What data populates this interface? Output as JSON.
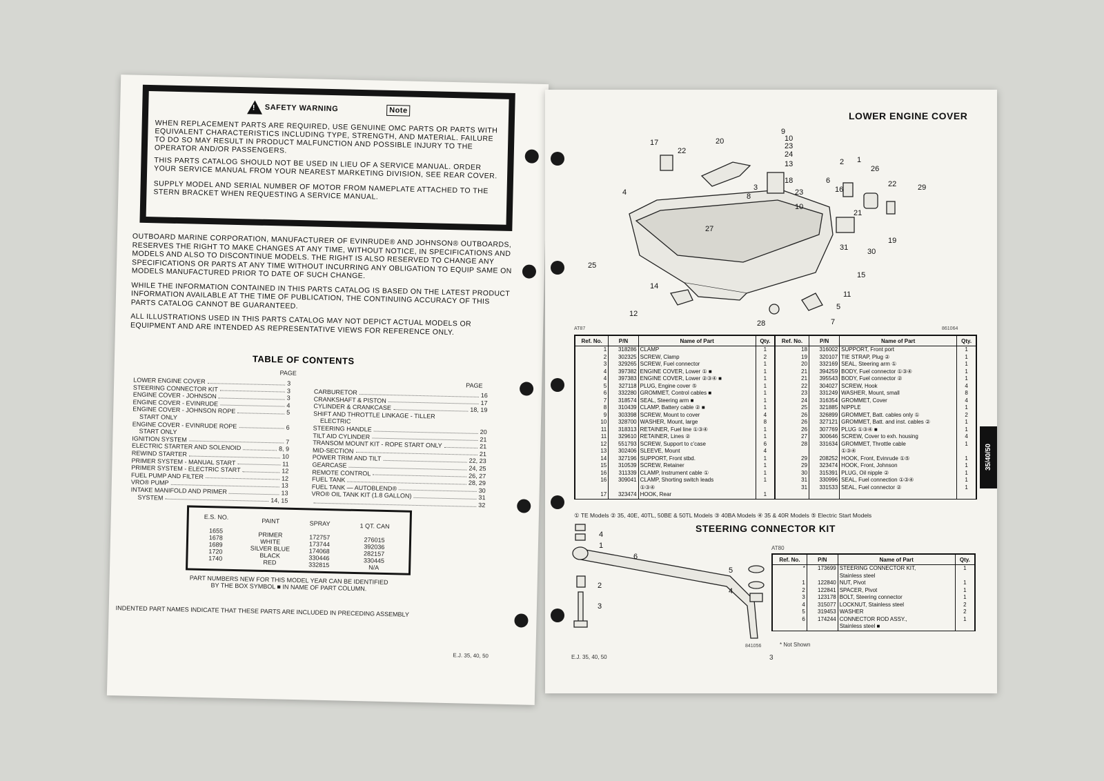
{
  "left_page": {
    "warning": {
      "title": "SAFETY WARNING",
      "note_label": "Note",
      "paragraphs": [
        "WHEN REPLACEMENT PARTS ARE REQUIRED, USE GENUINE OMC PARTS OR PARTS WITH EQUIVALENT CHARACTERISTICS INCLUDING TYPE, STRENGTH, AND MATERIAL. FAILURE TO DO SO MAY RESULT IN PRODUCT MALFUNCTION AND POSSIBLE INJURY TO THE OPERATOR AND/OR PASSENGERS.",
        "THIS PARTS CATALOG SHOULD NOT BE USED IN LIEU OF A SERVICE MANUAL. ORDER YOUR SERVICE MANUAL FROM YOUR NEAREST MARKETING DIVISION, SEE REAR COVER.",
        "SUPPLY MODEL AND SERIAL NUMBER OF MOTOR FROM NAMEPLATE ATTACHED TO THE STERN BRACKET WHEN REQUESTING A SERVICE MANUAL."
      ]
    },
    "paragraphs": [
      "OUTBOARD MARINE CORPORATION, MANUFACTURER OF EVINRUDE® AND JOHNSON® OUTBOARDS, RESERVES THE RIGHT TO MAKE CHANGES AT ANY TIME, WITHOUT NOTICE, IN SPECIFICATIONS AND MODELS AND ALSO TO DISCONTINUE MODELS. THE RIGHT IS ALSO RESERVED TO CHANGE ANY SPECIFICATIONS OR PARTS AT ANY TIME WITHOUT INCURRING ANY OBLIGATION TO EQUIP SAME ON MODELS MANUFACTURED PRIOR TO DATE OF SUCH CHANGE.",
      "WHILE THE INFORMATION CONTAINED IN THIS PARTS CATALOG IS BASED ON THE LATEST PRODUCT INFORMATION AVAILABLE AT THE TIME OF PUBLICATION, THE CONTINUING ACCURACY OF THIS PARTS CATALOG CANNOT BE GUARANTEED.",
      "ALL ILLUSTRATIONS USED IN THIS PARTS CATALOG MAY NOT DEPICT ACTUAL MODELS OR EQUIPMENT AND ARE INTENDED AS REPRESENTATIVE VIEWS FOR REFERENCE ONLY."
    ],
    "toc_title": "TABLE OF CONTENTS",
    "toc_page_label": "PAGE",
    "toc_left": [
      {
        "label": "LOWER ENGINE COVER",
        "page": "3"
      },
      {
        "label": "STEERING CONNECTOR KIT",
        "page": "3"
      },
      {
        "label": "ENGINE COVER - JOHNSON",
        "page": "3"
      },
      {
        "label": "ENGINE COVER - EVINRUDE",
        "page": "4"
      },
      {
        "label": "ENGINE COVER - JOHNSON ROPE",
        "page": "5"
      },
      {
        "label": "    START ONLY",
        "page": ""
      },
      {
        "label": "ENGINE COVER - EVINRUDE ROPE",
        "page": "6"
      },
      {
        "label": "    START ONLY",
        "page": ""
      },
      {
        "label": "IGNITION SYSTEM",
        "page": "7"
      },
      {
        "label": "ELECTRIC STARTER AND SOLENOID",
        "page": "8, 9"
      },
      {
        "label": "REWIND STARTER",
        "page": "10"
      },
      {
        "label": "PRIMER SYSTEM - MANUAL START",
        "page": "11"
      },
      {
        "label": "PRIMER SYSTEM - ELECTRIC START",
        "page": "12"
      },
      {
        "label": "FUEL PUMP AND FILTER",
        "page": "12"
      },
      {
        "label": "VRO® PUMP",
        "page": "13"
      },
      {
        "label": "INTAKE MANIFOLD AND PRIMER",
        "page": "13"
      },
      {
        "label": "    SYSTEM",
        "page": "14, 15"
      }
    ],
    "toc_right": [
      {
        "label": "CARBURETOR",
        "page": "16"
      },
      {
        "label": "CRANKSHAFT & PISTON",
        "page": "17"
      },
      {
        "label": "CYLINDER & CRANKCASE",
        "page": "18, 19"
      },
      {
        "label": "SHIFT AND THROTTLE LINKAGE - TILLER",
        "page": ""
      },
      {
        "label": "    ELECTRIC",
        "page": ""
      },
      {
        "label": "STEERING HANDLE",
        "page": "20"
      },
      {
        "label": "TILT AID CYLINDER",
        "page": "21"
      },
      {
        "label": "TRANSOM MOUNT KIT - ROPE START ONLY",
        "page": "21"
      },
      {
        "label": "MID-SECTION",
        "page": "21"
      },
      {
        "label": "POWER TRIM AND TILT",
        "page": "22, 23"
      },
      {
        "label": "GEARCASE",
        "page": "24, 25"
      },
      {
        "label": "REMOTE CONTROL",
        "page": "26, 27"
      },
      {
        "label": "FUEL TANK",
        "page": "28, 29"
      },
      {
        "label": "FUEL TANK — AUTOBLEND®",
        "page": "30"
      },
      {
        "label": "VRO® OIL TANK KIT (1.8 GALLON)",
        "page": "31"
      },
      {
        "label": "",
        "page": "32"
      }
    ],
    "paint_table": {
      "headers": [
        "E.S. NO.",
        "PAINT",
        "SPRAY",
        "1 QT. CAN"
      ],
      "es_no": [
        "1655",
        "1678",
        "1689",
        "1720",
        "1740"
      ],
      "paint": [
        "PRIMER",
        "WHITE",
        "SILVER BLUE",
        "BLACK",
        "RED"
      ],
      "spray": [
        "172757",
        "173744",
        "174068",
        "330446",
        "332815"
      ],
      "can": [
        "276015",
        "392036",
        "282157",
        "330445",
        "N/A"
      ]
    },
    "box_note_line1": "PART NUMBERS NEW FOR THIS MODEL YEAR CAN BE IDENTIFIED",
    "box_note_line2": "BY THE BOX SYMBOL ■ IN NAME OF PART COLUMN.",
    "indent_note": "INDENTED PART NAMES INDICATE THAT THESE PARTS ARE INCLUDED IN PRECEDING ASSEMBLY",
    "footer": "E.J. 35, 40, 50"
  },
  "right_page": {
    "title": "LOWER ENGINE COVER",
    "diagram_code": "AT87",
    "diagram_number": "861064",
    "callouts": [
      "17",
      "22",
      "20",
      "9",
      "10",
      "23",
      "24",
      "13",
      "18",
      "3",
      "8",
      "23",
      "10",
      "6",
      "16",
      "2",
      "1",
      "26",
      "22",
      "29",
      "4",
      "21",
      "27",
      "31",
      "30",
      "19",
      "25",
      "15",
      "11",
      "14",
      "12",
      "5",
      "28",
      "7"
    ],
    "table_headers": [
      "Ref. No.",
      "P/N",
      "Name of Part",
      "Qty."
    ],
    "parts_left": [
      [
        "1",
        "318286",
        "CLAMP",
        "1"
      ],
      [
        "2",
        "302325",
        "SCREW, Clamp",
        "2"
      ],
      [
        "3",
        "329265",
        "SCREW, Fuel connector",
        "1"
      ],
      [
        "4",
        "397382",
        "ENGINE COVER, Lower ① ■",
        "1"
      ],
      [
        "4",
        "397383",
        "ENGINE COVER, Lower ②③④ ■",
        "1"
      ],
      [
        "5",
        "327118",
        "PLUG, Engine cover ⑤",
        "1"
      ],
      [
        "6",
        "332280",
        "GROMMET, Control cables ■",
        "1"
      ],
      [
        "7",
        "318574",
        "SEAL, Steering arm ■",
        "1"
      ],
      [
        "8",
        "310439",
        "CLAMP, Battery cable ② ■",
        "1"
      ],
      [
        "9",
        "303398",
        "SCREW, Mount to cover",
        "4"
      ],
      [
        "10",
        "328700",
        "WASHER, Mount, large",
        "8"
      ],
      [
        "11",
        "318313",
        "RETAINER, Fuel line ①③④",
        "1"
      ],
      [
        "11",
        "329610",
        "RETAINER, Lines ②",
        "1"
      ],
      [
        "12",
        "551793",
        "SCREW, Support to c'case",
        "6"
      ],
      [
        "13",
        "302406",
        "SLEEVE, Mount",
        "4"
      ],
      [
        "14",
        "327196",
        "SUPPORT, Front stbd.",
        "1"
      ],
      [
        "15",
        "310539",
        "SCREW, Retainer",
        "1"
      ],
      [
        "16",
        "311339",
        "CLAMP, Instrument cable ①",
        "1"
      ],
      [
        "16",
        "309041",
        "CLAMP, Shorting switch leads",
        "1"
      ],
      [
        "",
        "",
        "   ①③④",
        ""
      ],
      [
        "17",
        "323474",
        "HOOK, Rear",
        "1"
      ]
    ],
    "parts_right": [
      [
        "18",
        "316002",
        "SUPPORT, Front port",
        "1"
      ],
      [
        "19",
        "320107",
        "TIE STRAP, Plug ②",
        "1"
      ],
      [
        "20",
        "332169",
        "SEAL, Steering arm ①",
        "1"
      ],
      [
        "21",
        "394259",
        "BODY, Fuel connector ①③④",
        "1"
      ],
      [
        "21",
        "395543",
        "BODY, Fuel connector ②",
        "1"
      ],
      [
        "22",
        "304027",
        "SCREW, Hook",
        "4"
      ],
      [
        "23",
        "331249",
        "WASHER, Mount, small",
        "8"
      ],
      [
        "24",
        "316354",
        "GROMMET, Cover",
        "4"
      ],
      [
        "25",
        "321885",
        "NIPPLE",
        "1"
      ],
      [
        "26",
        "326899",
        "GROMMET, Batt. cables only ①",
        "2"
      ],
      [
        "26",
        "327121",
        "GROMMET, Batt. and inst. cables ②",
        "1"
      ],
      [
        "26",
        "307769",
        "PLUG ①③④ ■",
        "1"
      ],
      [
        "27",
        "300646",
        "SCREW, Cover to exh. housing",
        "4"
      ],
      [
        "28",
        "331634",
        "GROMMET, Throttle cable",
        "1"
      ],
      [
        "",
        "",
        "   ①③④",
        ""
      ],
      [
        "29",
        "208252",
        "HOOK, Front, Evinrude ①⑤",
        "1"
      ],
      [
        "29",
        "323474",
        "HOOK, Front, Johnson",
        "1"
      ],
      [
        "30",
        "315391",
        "PLUG, Oil nipple ②",
        "1"
      ],
      [
        "31",
        "330996",
        "SEAL, Fuel connection ①③④",
        "1"
      ],
      [
        "31",
        "331533",
        "SEAL, Fuel connector ②",
        "1"
      ],
      [
        "",
        "",
        "",
        ""
      ]
    ],
    "legend": "① TE Models   ② 35, 40E, 40TL, 50BE & 50TL Models   ③ 40BA Models   ④ 35 & 40R Models   ⑤ Electric Start Models",
    "kit_title": "STEERING CONNECTOR KIT",
    "kit_code": "AT80",
    "kit_number": "841056",
    "kit_callouts": [
      "4",
      "1",
      "6",
      "2",
      "3",
      "5",
      "4"
    ],
    "kit_parts": [
      [
        "*",
        "173699",
        "STEERING CONNECTOR KIT,",
        "1"
      ],
      [
        "",
        "",
        "    Stainless steel",
        ""
      ],
      [
        "1",
        "122840",
        "NUT, Pivot",
        "1"
      ],
      [
        "2",
        "122841",
        "SPACER, Pivot",
        "1"
      ],
      [
        "3",
        "123178",
        "BOLT, Steering connector",
        "1"
      ],
      [
        "4",
        "315077",
        "LOCKNUT, Stainless steel",
        "2"
      ],
      [
        "5",
        "319453",
        "WASHER",
        "2"
      ],
      [
        "6",
        "174244",
        "CONNECTOR ROD ASSY.,",
        "1"
      ],
      [
        "",
        "",
        "    Stainless steel ■",
        ""
      ]
    ],
    "not_shown": "* Not Shown",
    "page_number": "3",
    "footer": "E.J. 35, 40, 50",
    "side_tab": "35/40/50"
  }
}
